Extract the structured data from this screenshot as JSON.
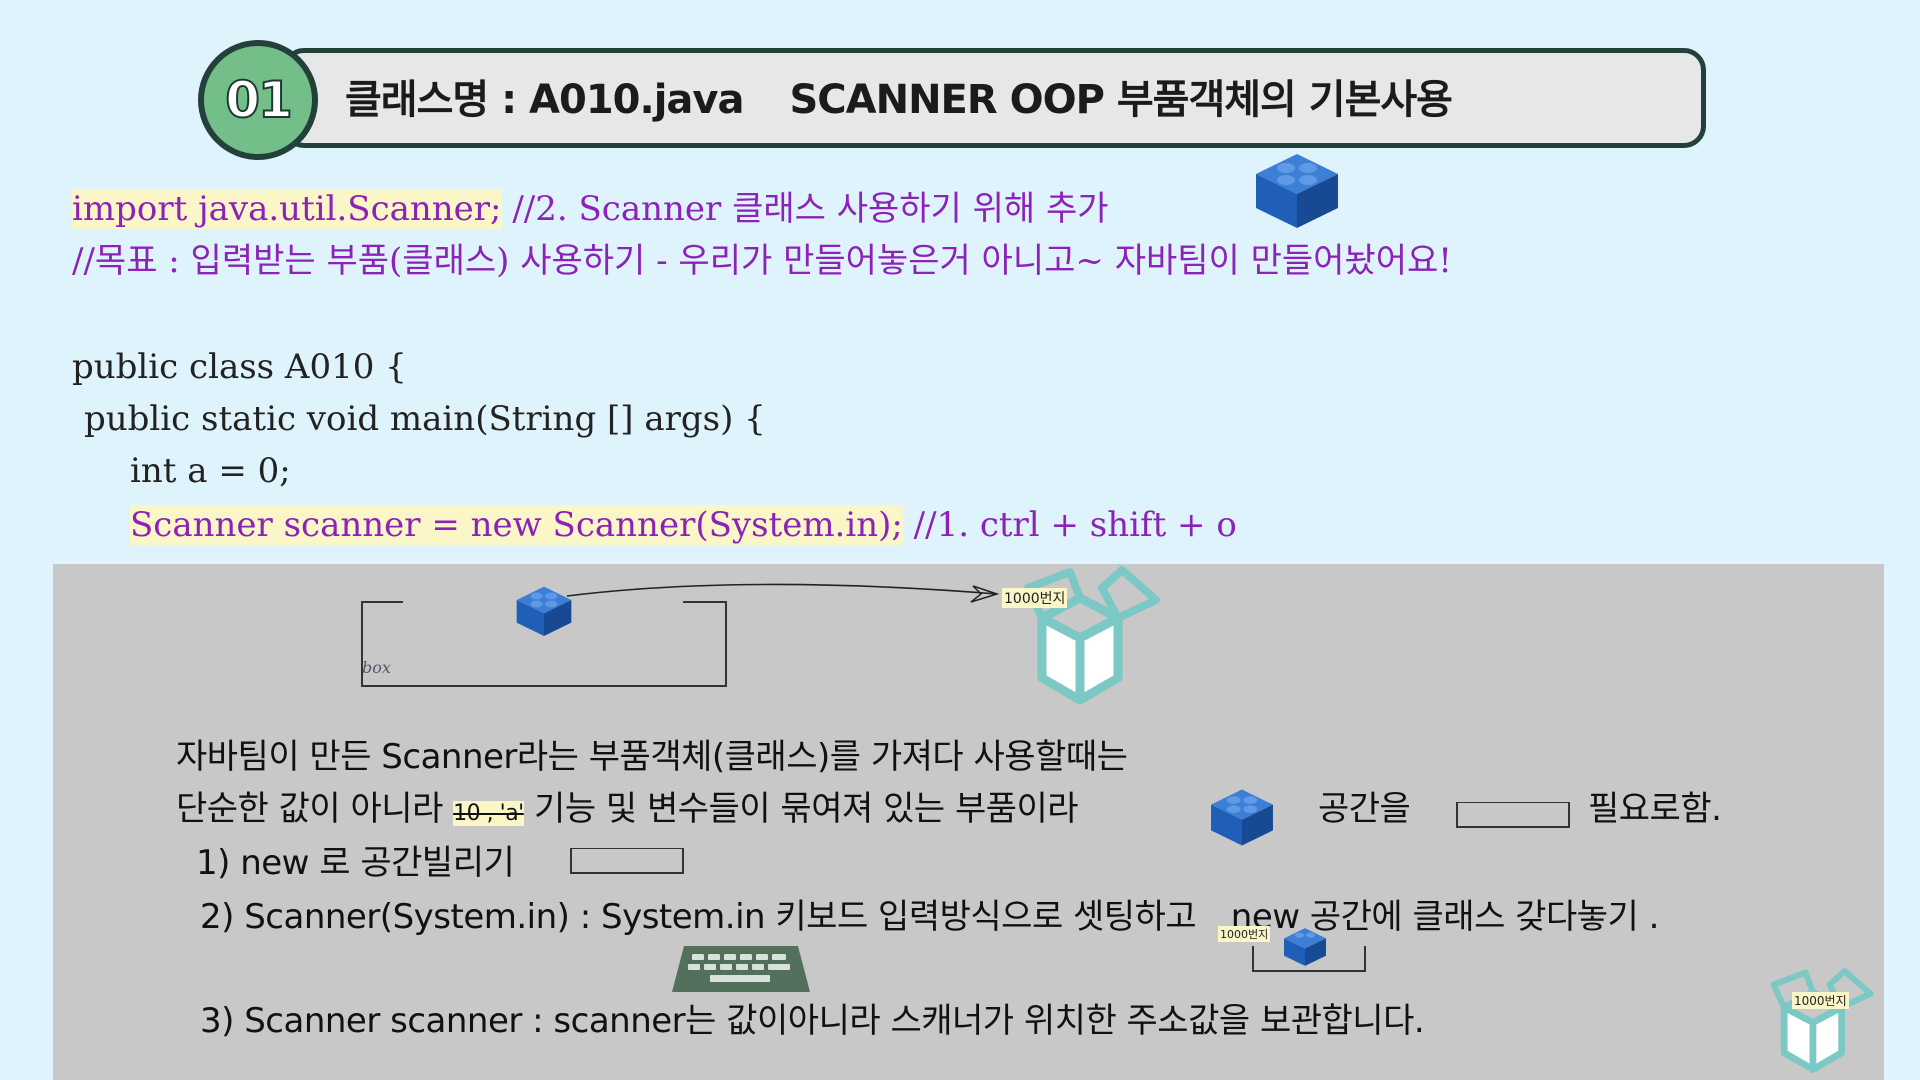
{
  "header": {
    "number": "01",
    "title": "클래스명 : A010.java",
    "subtitle": "SCANNER OOP 부품객체의 기본사용"
  },
  "code": {
    "import_stmt": "import java.util.Scanner;",
    "import_comment": "//2. Scanner 클래스 사용하기 위해 추가",
    "goal_comment": "//목표 : 입력받는 부품(클래스) 사용하기 -  우리가 만들어놓은거 아니고~ 자바팀이 만들어놨어요!",
    "class_decl": "public class A010 {",
    "main_decl": "public static void main(String [] args) {",
    "int_decl": "int a = 0;",
    "scanner_decl": "Scanner scanner = new Scanner(System.in);",
    "scanner_comment": "//1. ctrl + shift + o"
  },
  "diagram": {
    "box_label": "box",
    "address_label": "1000번지"
  },
  "explain": {
    "line1": "자바팀이 만든 Scanner라는 부품객체(클래스)를  가져다   사용할때는",
    "line2_a": "단순한 값이 아니라",
    "line2_strike": "10 , 'a'",
    "line2_b": "기능 및 변수들이 묶여져 있는 부품이라",
    "line2_c": "공간을",
    "line2_d": "필요로함.",
    "step1": "1) new 로 공간빌리기",
    "step2_a": "2) Scanner(System.in) : System.in 키보드 입력방식으로 셋팅하고",
    "step2_b": "new 공간에 클래스 갖다놓기 .",
    "step3": "3) Scanner  scanner : scanner는 값이아니라 스캐너가 위치한 주소값을 보관합니다."
  },
  "colors": {
    "background": "#dff3fc",
    "panel": "#c8c8c8",
    "accent_purple": "#8b23b8",
    "highlight": "#fbf6c8",
    "badge_green": "#74bf89",
    "lego_blue": "#1f5fb8",
    "box_teal": "#7cc8c4"
  },
  "icons": [
    "lego-brick-icon",
    "open-box-icon",
    "keyboard-icon"
  ]
}
